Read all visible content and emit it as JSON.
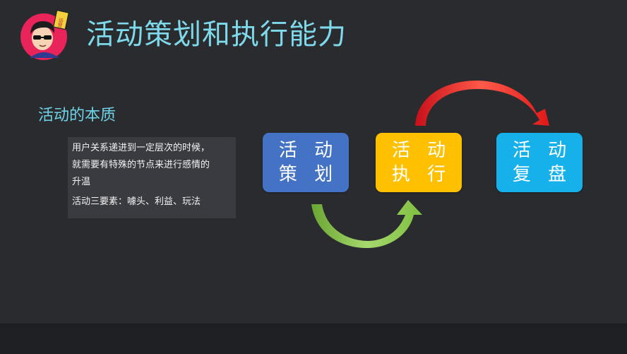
{
  "slide": {
    "title": "活动策划和执行能力",
    "section_heading": "活动的本质",
    "note": {
      "line1": "用户关系递进到一定层次的时候，",
      "line2": "就需要有特殊的节点来进行感情的",
      "line3": "升温",
      "line4": "活动三要素：噱头、利益、玩法"
    },
    "avatar_badge": "运营"
  },
  "stages": [
    {
      "line1": "活 动",
      "line2": "策 划",
      "color": "#4472c4"
    },
    {
      "line1": "活 动",
      "line2": "执 行",
      "color": "#ffc000"
    },
    {
      "line1": "活 动",
      "line2": "复 盘",
      "color": "#16b0ea"
    }
  ],
  "arrows": [
    {
      "from": "stage-plan",
      "to": "stage-execute",
      "color": "#8bc34a"
    },
    {
      "from": "stage-execute",
      "to": "stage-review",
      "color": "#e01818"
    }
  ],
  "colors": {
    "title": "#7ed9ea",
    "heading": "#6ed3e6",
    "background": "#2a2b2f",
    "note_bg": "#3a3b40"
  }
}
